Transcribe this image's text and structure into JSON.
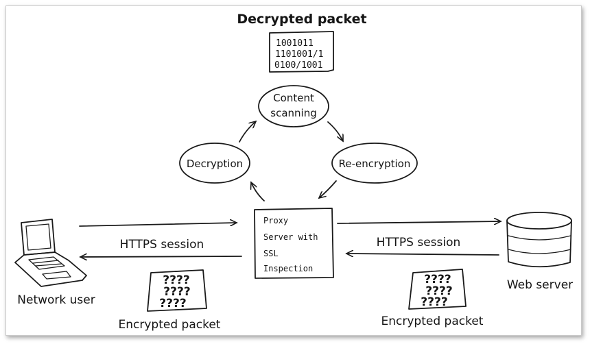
{
  "decrypted_packet": {
    "title": "Decrypted packet",
    "bits": [
      "1001011",
      "1101001/1",
      "0100/1001"
    ]
  },
  "cycle": {
    "content_scanning": [
      "Content",
      "scanning"
    ],
    "decryption": "Decryption",
    "reencryption": "Re-encryption"
  },
  "proxy": {
    "lines": [
      "Proxy",
      "Server with",
      "SSL",
      "Inspection"
    ]
  },
  "network_user": {
    "label": "Network user"
  },
  "web_server": {
    "label": "Web server"
  },
  "left_session": {
    "label": "HTTPS session"
  },
  "right_session": {
    "label": "HTTPS session"
  },
  "left_encrypted": {
    "title": "Encrypted packet",
    "rows": [
      "????",
      "????",
      "????"
    ]
  },
  "right_encrypted": {
    "title": "Encrypted packet",
    "rows": [
      "????",
      "????",
      "????"
    ]
  }
}
